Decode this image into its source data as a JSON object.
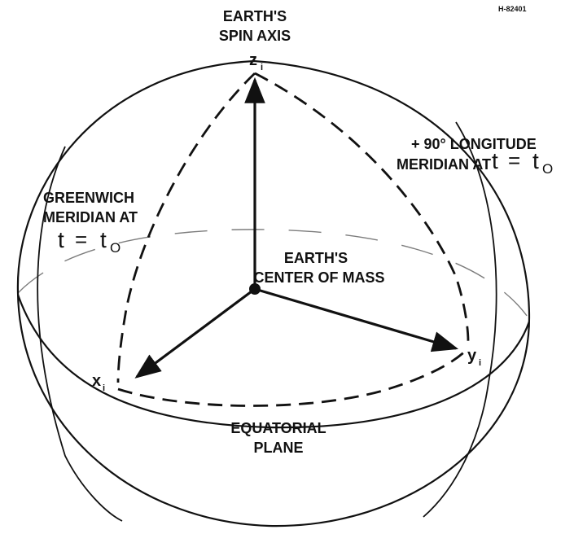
{
  "figure_id": "H-82401",
  "labels": {
    "spin_axis_line1": "EARTH'S",
    "spin_axis_line2": "SPIN AXIS",
    "z_axis": "z",
    "z_sub": "i",
    "x_axis": "x",
    "x_sub": "i",
    "y_axis": "y",
    "y_sub": "i",
    "plus90_line1": "+ 90° LONGITUDE",
    "plus90_line2": "MERIDIAN AT",
    "greenwich_line1": "GREENWICH",
    "greenwich_line2": "MERIDIAN AT",
    "t_symbol": "t",
    "equals": "=",
    "t0": "t",
    "t0_sub": "O",
    "center_line1": "EARTH'S",
    "center_line2": "CENTER OF MASS",
    "equatorial_line1": "EQUATORIAL",
    "equatorial_line2": "PLANE"
  },
  "colors": {
    "ink": "#111111",
    "background": "#ffffff"
  }
}
